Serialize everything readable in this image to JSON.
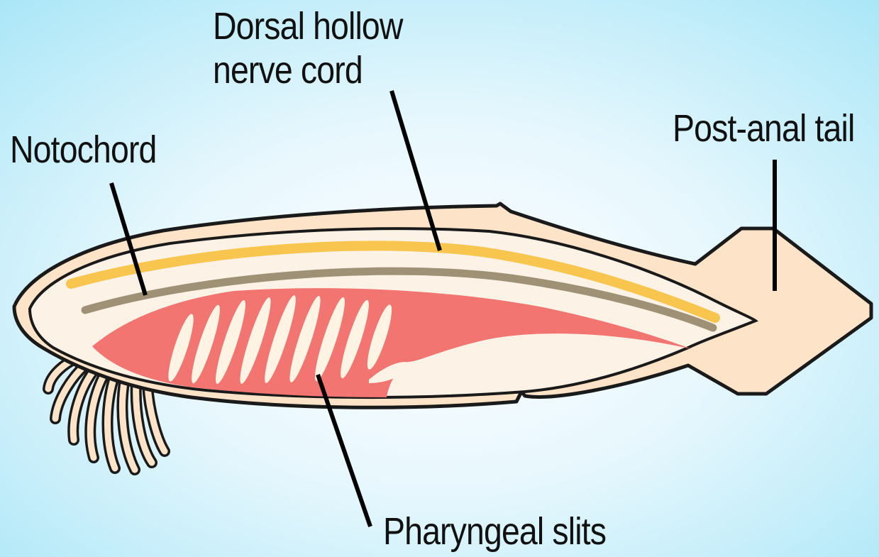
{
  "labels": {
    "dorsal_hollow_nerve_cord_line1": "Dorsal hollow",
    "dorsal_hollow_nerve_cord_line2": "nerve cord",
    "notochord": "Notochord",
    "post_anal_tail": "Post-anal tail",
    "pharyngeal_slits": "Pharyngeal slits"
  },
  "colors": {
    "background_center": "#ffffff",
    "background_edge": "#a9e6f7",
    "body_outline": "#1a1a1a",
    "body_fill": "#fde4c8",
    "inner_fill": "#fdf2e6",
    "pharynx_fill": "#f27572",
    "slit_fill": "#fff3e3",
    "nerve_cord": "#f8c54e",
    "notochord": "#9e9175",
    "leader_line": "#000000"
  }
}
